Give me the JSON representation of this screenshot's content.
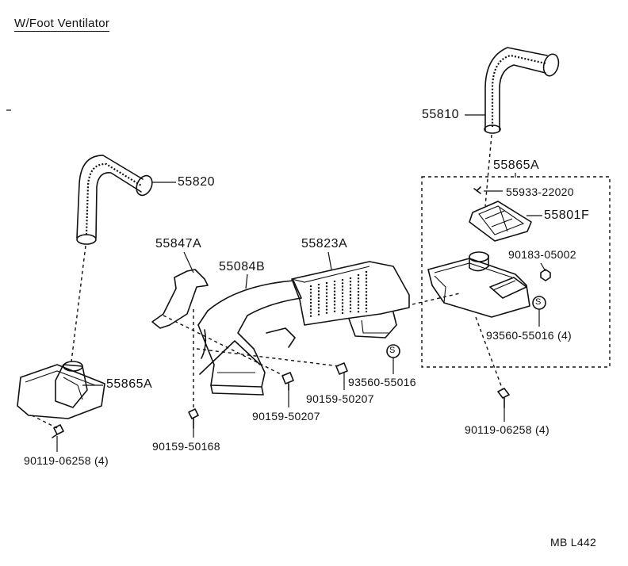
{
  "title": "W/Foot Ventilator",
  "drawing_code": "MB L442",
  "seal_symbol": "S",
  "parts": {
    "p55810": "55810",
    "p55820": "55820",
    "p55865A_top": "55865A",
    "p55865A_left": "55865A",
    "p55933": "55933-22020",
    "p55801F": "55801F",
    "p55847A": "55847A",
    "p55084B": "55084B",
    "p55823A": "55823A",
    "p90183": "90183-05002",
    "p93560_right": "93560-55016 (4)",
    "p93560_mid": "93560-55016",
    "p90159_50207_a": "90159-50207",
    "p90159_50207_b": "90159-50207",
    "p90159_50168": "90159-50168",
    "p90119_left": "90119-06258 (4)",
    "p90119_right": "90119-06258 (4)"
  }
}
